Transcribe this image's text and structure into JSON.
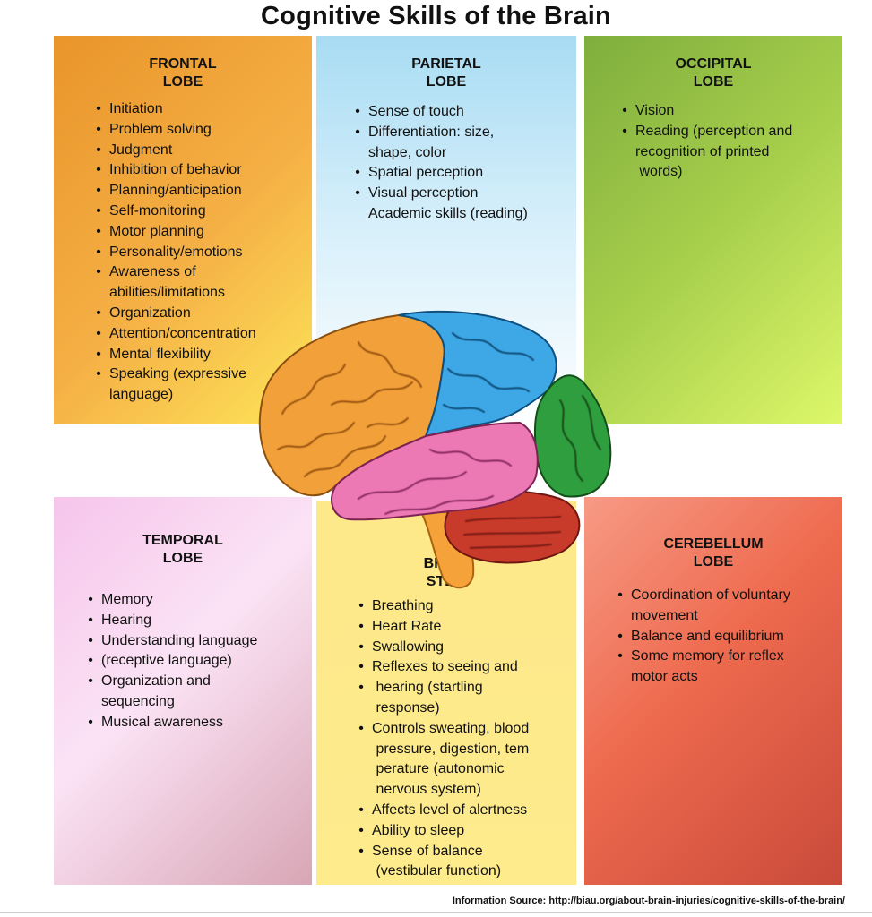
{
  "title": "Cognitive Skills of the Brain",
  "panels": {
    "frontal": {
      "heading": [
        "FRONTAL",
        "LOBE"
      ],
      "items": [
        {
          "text": "Initiation",
          "bullet": true
        },
        {
          "text": "Problem solving",
          "bullet": true
        },
        {
          "text": "Judgment",
          "bullet": true
        },
        {
          "text": "Inhibition of behavior",
          "bullet": true
        },
        {
          "text": "Planning/anticipation",
          "bullet": true
        },
        {
          "text": "Self-monitoring",
          "bullet": true
        },
        {
          "text": "Motor planning",
          "bullet": true
        },
        {
          "text": "Personality/emotions",
          "bullet": true
        },
        {
          "text": "Awareness of",
          "bullet": true
        },
        {
          "text": "abilities/limitations",
          "bullet": false
        },
        {
          "text": "Organization",
          "bullet": true
        },
        {
          "text": "Attention/concentration",
          "bullet": true
        },
        {
          "text": "Mental flexibility",
          "bullet": true
        },
        {
          "text": "Speaking (expressive",
          "bullet": true
        },
        {
          "text": "language)",
          "bullet": false
        }
      ]
    },
    "parietal": {
      "heading": [
        "PARIETAL",
        "LOBE"
      ],
      "items": [
        {
          "text": "Sense of touch",
          "bullet": true
        },
        {
          "text": "Differentiation: size,",
          "bullet": true
        },
        {
          "text": "shape, color",
          "bullet": false
        },
        {
          "text": "Spatial perception",
          "bullet": true
        },
        {
          "text": "Visual perception",
          "bullet": true
        },
        {
          "text": "Academic skills (reading)",
          "bullet": false
        }
      ]
    },
    "occipital": {
      "heading": [
        "OCCIPITAL",
        "LOBE"
      ],
      "items": [
        {
          "text": "Vision",
          "bullet": true
        },
        {
          "text": "Reading (perception and",
          "bullet": true
        },
        {
          "text": "recognition of printed",
          "bullet": false
        },
        {
          "text": " words)",
          "bullet": false
        }
      ]
    },
    "temporal": {
      "heading": [
        "TEMPORAL",
        "LOBE"
      ],
      "items": [
        {
          "text": "Memory",
          "bullet": true
        },
        {
          "text": "Hearing",
          "bullet": true
        },
        {
          "text": "Understanding language",
          "bullet": true
        },
        {
          "text": "(receptive language)",
          "bullet": true
        },
        {
          "text": "Organization and",
          "bullet": true
        },
        {
          "text": "sequencing",
          "bullet": false
        },
        {
          "text": "Musical awareness",
          "bullet": true
        }
      ]
    },
    "brainstem": {
      "heading": [
        "BRAIN",
        "STEM"
      ],
      "items": [
        {
          "text": "Breathing",
          "bullet": true
        },
        {
          "text": "Heart Rate",
          "bullet": true
        },
        {
          "text": "Swallowing",
          "bullet": true
        },
        {
          "text": "Reflexes to seeing and",
          "bullet": true
        },
        {
          "text": " hearing (startling",
          "bullet": true
        },
        {
          "text": " response)",
          "bullet": false
        },
        {
          "text": "Controls sweating, blood",
          "bullet": true
        },
        {
          "text": " pressure, digestion, tem",
          "bullet": false
        },
        {
          "text": " perature (autonomic",
          "bullet": false
        },
        {
          "text": " nervous system)",
          "bullet": false
        },
        {
          "text": "Affects level of alertness",
          "bullet": true
        },
        {
          "text": "Ability to sleep",
          "bullet": true
        },
        {
          "text": "Sense of balance",
          "bullet": true
        },
        {
          "text": " (vestibular function)",
          "bullet": false
        }
      ]
    },
    "cerebellum": {
      "heading": [
        "CEREBELLUM",
        "LOBE"
      ],
      "items": [
        {
          "text": "Coordination of voluntary",
          "bullet": true
        },
        {
          "text": "movement",
          "bullet": false
        },
        {
          "text": "Balance and equilibrium",
          "bullet": true
        },
        {
          "text": "Some memory for reflex",
          "bullet": true
        },
        {
          "text": "motor acts",
          "bullet": false
        }
      ]
    }
  },
  "source": "Information Source:  http://biau.org/about-brain-injuries/cognitive-skills-of-the-brain/",
  "colors": {
    "frontal": "#f2a33a",
    "parietal": "#4aa8e8",
    "occipital": "#3fae3f",
    "temporal": "#ef7fb8",
    "cerebellum": "#c8352a",
    "brainstem": "#f4a93a"
  }
}
